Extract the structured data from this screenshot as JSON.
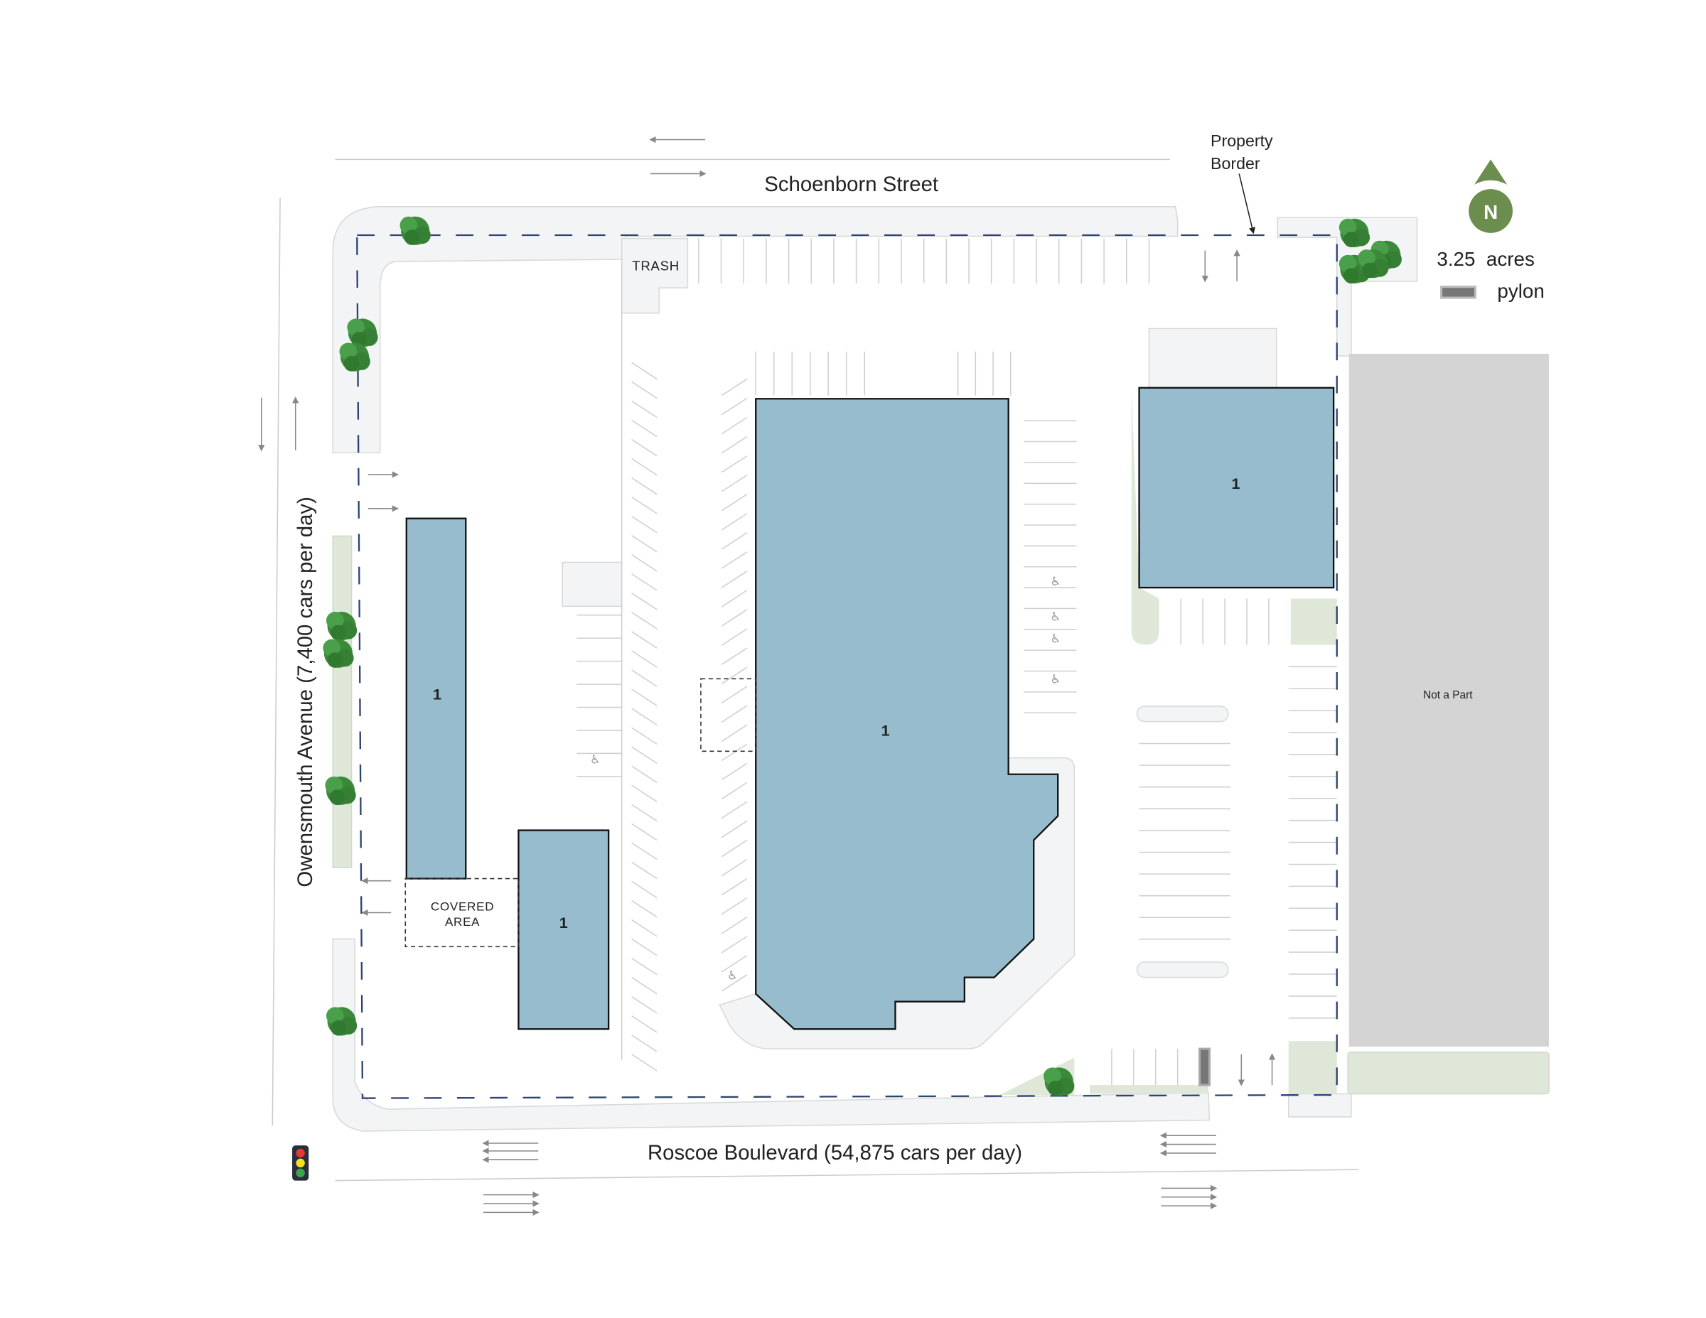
{
  "streets": {
    "north": "Schoenborn Street",
    "west": "Owensmouth Avenue (7,400 cars per day)",
    "south": "Roscoe Boulevard (54,875 cars per day)"
  },
  "labels": {
    "property_border": [
      "Property",
      "Border"
    ],
    "trash": "TRASH",
    "covered_area": [
      "COVERED",
      "AREA"
    ],
    "not_a_part": "Not a Part"
  },
  "buildings": [
    {
      "id": "west-strip",
      "label": "1"
    },
    {
      "id": "south-pad",
      "label": "1"
    },
    {
      "id": "main-anchor",
      "label": "1"
    },
    {
      "id": "northeast-pad",
      "label": "1"
    }
  ],
  "legend": {
    "north": "N",
    "area": "3.25  acres",
    "pylon": "pylon"
  },
  "colors": {
    "building": "#96bccd",
    "border": "#2c4373",
    "tree": "#3f8f3f",
    "north": "#6b8e4e",
    "not_a_part": "#d4d4d4",
    "landscape": "#dfe7d9"
  }
}
